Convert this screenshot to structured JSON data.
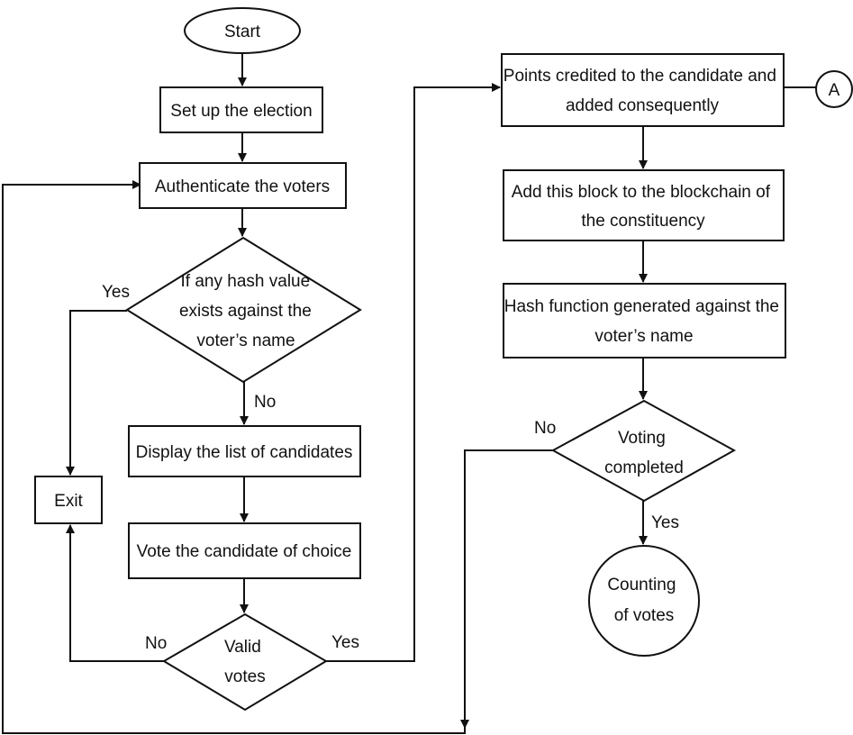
{
  "nodes": {
    "start": "Start",
    "setup": "Set up the election",
    "authenticate": "Authenticate the voters",
    "hash_check": [
      "If any hash value",
      "exists against the",
      "voter’s name"
    ],
    "display": "Display the list of candidates",
    "vote": "Vote the candidate of choice",
    "valid": [
      "Valid",
      "votes"
    ],
    "exit": "Exit",
    "points": [
      "Points credited to the candidate and",
      "added consequently"
    ],
    "connector": "A",
    "add_block": [
      "Add this block to the blockchain of",
      "the constituency"
    ],
    "hash_fn": [
      "Hash function generated against the",
      "voter’s name"
    ],
    "voting_done": [
      "Voting",
      "completed"
    ],
    "counting": [
      "Counting",
      "of votes"
    ]
  },
  "labels": {
    "hash_yes": "Yes",
    "hash_no": "No",
    "valid_no": "No",
    "valid_yes": "Yes",
    "done_no": "No",
    "done_yes": "Yes"
  }
}
